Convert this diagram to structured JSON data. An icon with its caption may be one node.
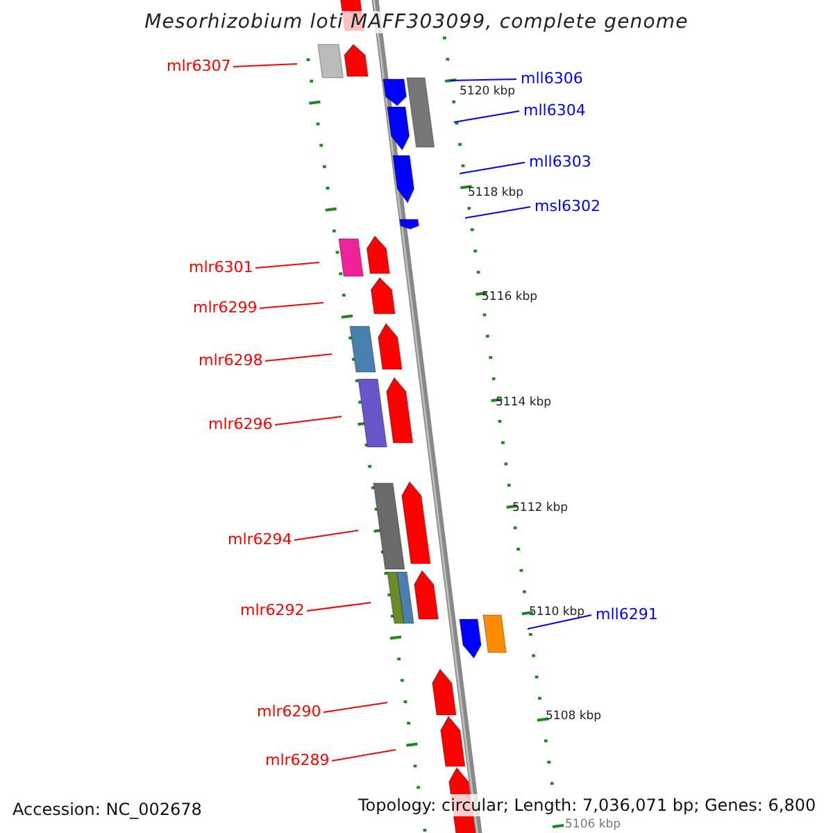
{
  "diagram": {
    "title": "Mesorhizobium loti MAFF303099, complete genome",
    "nodes": [
      {
        "text": [
          "mlr6307"
        ]
      },
      {
        "text": [
          "mll6306"
        ]
      },
      {
        "text": [
          "mll6304"
        ]
      },
      {
        "text": [
          "mll6303"
        ]
      },
      {
        "text": [
          "msl6302"
        ]
      },
      {
        "text": [
          "mlr6301"
        ]
      },
      {
        "text": [
          "mlr6299"
        ]
      },
      {
        "text": [
          "mlr6298"
        ]
      },
      {
        "text": [
          "mlr6296"
        ]
      },
      {
        "text": [
          "mlr6294"
        ]
      },
      {
        "text": [
          "mlr6292"
        ]
      },
      {
        "text": [
          "mll6291"
        ]
      },
      {
        "text": [
          "mlr6290"
        ]
      },
      {
        "text": [
          "mlr6289"
        ]
      }
    ],
    "edges": [
      {
        "from": 0,
        "to": null,
        "arrow": "none"
      },
      {
        "from": 1,
        "to": null,
        "arrow": "none",
        "color": "#0000ff"
      },
      {
        "from": 2,
        "to": null,
        "arrow": "none",
        "color": "#0000ff"
      },
      {
        "from": 3,
        "to": null,
        "arrow": "none",
        "color": "#0000ff"
      },
      {
        "from": 4,
        "to": null,
        "arrow": "none",
        "color": "#0000ff"
      },
      {
        "from": 5,
        "to": null,
        "arrow": "none"
      },
      {
        "from": 6,
        "to": null,
        "arrow": "none"
      },
      {
        "from": 7,
        "to": null,
        "arrow": "none"
      },
      {
        "from": 8,
        "to": null,
        "arrow": "none"
      },
      {
        "from": 9,
        "to": null,
        "arrow": "none"
      },
      {
        "from": 10,
        "to": null,
        "arrow": "none"
      },
      {
        "from": 11,
        "to": null,
        "arrow": "none",
        "color": "#0000ff"
      },
      {
        "from": 12,
        "to": null,
        "arrow": "none"
      },
      {
        "from": 13,
        "to": null,
        "arrow": "none"
      }
    ],
    "labels": [
      "5120 kbp",
      "5118 kbp",
      "5116 kbp",
      "5114 kbp",
      "5112 kbp",
      "5110 kbp",
      "5108 kbp",
      "5106 kbp",
      "Accession: NC_002678",
      "Topology: circular; Length: 7,036,071 bp; Genes: 6,800"
    ]
  }
}
